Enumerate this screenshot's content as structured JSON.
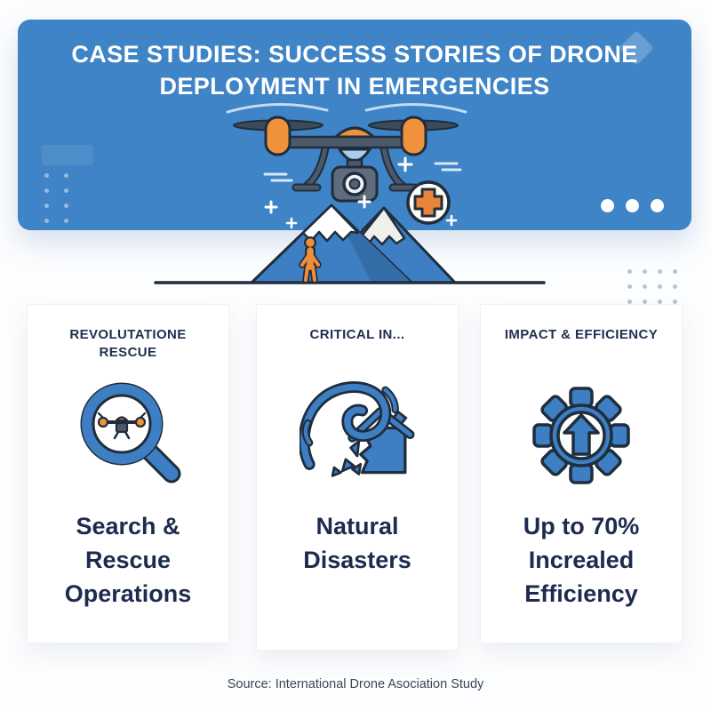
{
  "banner": {
    "title": "CASE STUDIES: SUCCESS STORIES OF DRONE DEPLOYMENT IN EMERGENCIES",
    "illustration": "drone-over-mountains-with-medical-cross",
    "pagination_dots": 3
  },
  "cards": [
    {
      "header": "REVOLUTATIONE RESCUE",
      "icon": "magnifier-drone-icon",
      "body": "Search & Rescue Operations"
    },
    {
      "header": "CRITICAL IN...",
      "icon": "tornado-broken-house-icon",
      "body": "Natural Disasters"
    },
    {
      "header": "IMPACT & EFFICIENCY",
      "icon": "gear-up-arrow-icon",
      "body": "Up to 70% Increaled Efficiency"
    }
  ],
  "footer": {
    "source": "Source: International Drone Asociation Study"
  },
  "colors": {
    "banner_blue": "#3e84c6",
    "icon_blue": "#3d7fc2",
    "accent_orange": "#f0923c",
    "outline_navy": "#1f2d3d",
    "text_navy": "#1d2b4e"
  }
}
